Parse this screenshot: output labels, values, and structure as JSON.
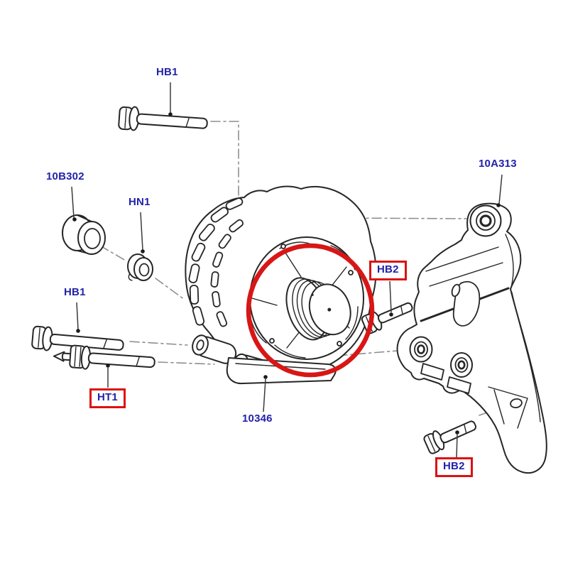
{
  "diagram": {
    "labels": {
      "hb1_top": "HB1",
      "p10b302": "10B302",
      "hn1": "HN1",
      "hb1_left": "HB1",
      "ht1": "HT1",
      "p10346": "10346",
      "hb2_upper": "HB2",
      "p10a313": "10A313",
      "hb2_lower": "HB2"
    },
    "callout_boxed_labels": [
      "HT1",
      "HB2",
      "HB2"
    ],
    "colors": {
      "label_text": "#2222aa",
      "callout_border": "#dd1111",
      "highlight_circle": "#d81616",
      "line_art": "#262626",
      "assembly_line": "#8f8f8f",
      "background": "#ffffff"
    }
  }
}
